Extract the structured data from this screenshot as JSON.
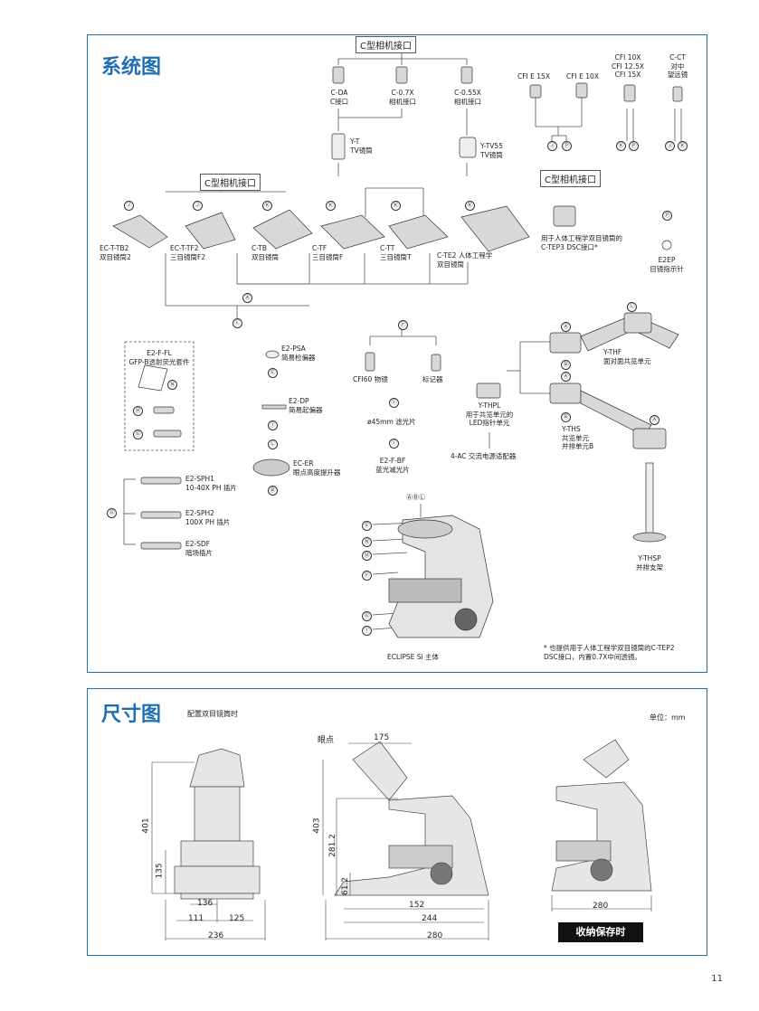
{
  "system": {
    "title": "系统图",
    "camera_mount_top": "C型相机接口",
    "camera_mount_mid": "C型相机接口",
    "camera_mount_right": "C型相机接口",
    "adapters": [
      {
        "code": "C-DA",
        "name": "C接口"
      },
      {
        "code": "C-0.7X",
        "name": "相机接口"
      },
      {
        "code": "C-0.55X",
        "name": "相机接口"
      }
    ],
    "tv_tubes": [
      {
        "code": "Y-T",
        "name": "TV镜筒"
      },
      {
        "code": "Y-TV55",
        "name": "TV镜筒"
      }
    ],
    "eyepieces": [
      {
        "code": "CFI E 15X"
      },
      {
        "code": "CFI E 10X"
      }
    ],
    "eyepieces2": {
      "l1": "CFI 10X",
      "l2": "CFI 12.5X",
      "l3": "CFI 15X"
    },
    "ct": {
      "l1": "C-CT",
      "l2": "对中",
      "l3": "望远镜"
    },
    "markers": {
      "J": "Ⓙ",
      "P": "Ⓟ",
      "K": "Ⓚ",
      "A": "Ⓐ",
      "L": "Ⓛ",
      "F": "Ⓕ",
      "B": "Ⓑ",
      "E": "Ⓔ",
      "N": "Ⓝ",
      "H": "Ⓗ",
      "G": "Ⓖ",
      "I": "Ⓘ",
      "ABL": "ⒶⒷⓁ"
    },
    "tubes": [
      {
        "code": "EC-T-TB2",
        "name": "双目镜筒2"
      },
      {
        "code": "EC-T-TF2",
        "name": "三目镜筒F2"
      },
      {
        "code": "C-TB",
        "name": "双目镜筒"
      },
      {
        "code": "C-TF",
        "name": "三目镜筒F"
      },
      {
        "code": "C-TT",
        "name": "三目镜筒T"
      },
      {
        "code": "C-TE2 人体工程学",
        "name": "双目镜筒"
      }
    ],
    "tep3": {
      "l1": "用于人体工程学双目镜筒的",
      "l2": "C-TEP3 DSC接口*"
    },
    "e2ep": {
      "code": "E2EP",
      "name": "目镜指示针"
    },
    "fl_kit": {
      "code": "E2-F-FL",
      "name": "GFP-B透射荧光套件"
    },
    "psa": {
      "code": "E2-PSA",
      "name": "简易检偏器"
    },
    "dp": {
      "code": "E2-DP",
      "name": "简易起偏器"
    },
    "cfi60": "CFI60 物镜",
    "marker": "标记器",
    "filter45": "ø45mm 滤光片",
    "bf": {
      "code": "E2-F-BF",
      "name": "蓝光减光片"
    },
    "ecer": {
      "code": "EC-ER",
      "name": "眼点高度提升器"
    },
    "thpl": {
      "code": "Y-THPL",
      "l2": "用于共览单元的",
      "l3": "LED指针单元"
    },
    "power": "4-AC 交流电源适配器",
    "thf": {
      "code": "Y-THF",
      "name": "面对面共览单元"
    },
    "ths": {
      "code": "Y-THS",
      "l2": "共览单元",
      "l3": "并排单元B"
    },
    "thsp": {
      "code": "Y-THSP",
      "name": "并排支架"
    },
    "sliders": [
      {
        "code": "E2-SPH1",
        "name": "10-40X PH 插片"
      },
      {
        "code": "E2-SPH2",
        "name": "100X PH 插片"
      },
      {
        "code": "E2-SDF",
        "name": "暗场插片"
      }
    ],
    "body": "ECLIPSE Si 主体",
    "footnote": {
      "l1": "* 也提供用于人体工程学双目镜筒的C-TEP2",
      "l2": "DSC接口，内置0.7X中间透镜。"
    }
  },
  "dimensions": {
    "title": "尺寸图",
    "subtitle": "配置双目镜筒时",
    "unit": "单位：mm",
    "eyepoint": "眼点",
    "front": {
      "h_total": "401",
      "h_stage": "135",
      "w1": "136",
      "w2": "111",
      "w3": "125",
      "w_total": "236"
    },
    "side": {
      "top": "175",
      "h_total": "403",
      "h_mid": "281.2",
      "h_low": "61.2",
      "w1": "152",
      "w2": "244",
      "w3": "280"
    },
    "storage": {
      "width": "280",
      "label": "收纳保存时"
    }
  },
  "page_number": "11"
}
